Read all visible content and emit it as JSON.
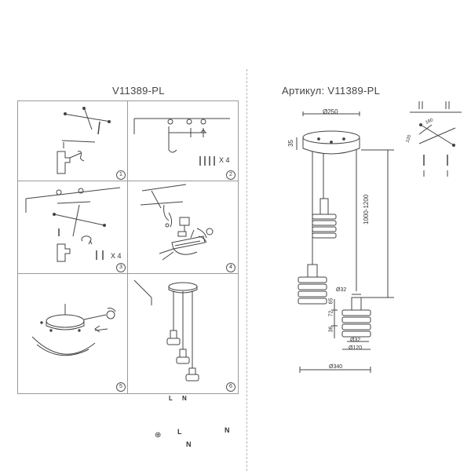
{
  "left_title": "V11389-PL",
  "right_title": "Артикул: V11389-PL",
  "steps": [
    {
      "number": "1",
      "label": ""
    },
    {
      "number": "2",
      "label": "X 4"
    },
    {
      "number": "3",
      "label": "X 4"
    },
    {
      "number": "4",
      "label": ""
    },
    {
      "number": "5",
      "label": ""
    },
    {
      "number": "6",
      "label": ""
    }
  ],
  "wiring": {
    "live": "L",
    "neutral": "N",
    "ground_symbol": "⊕"
  },
  "dimensions": {
    "canopy_diameter": "Ø250",
    "canopy_height": "35",
    "cable_length": "1000-1200",
    "pendant_top_diameter": "Ø32",
    "pendant_body_height_1": "65",
    "pendant_body_height_2": "72",
    "pendant_bottom_height": "36",
    "pendant_base_diameter": "Ø32",
    "shade_diameter": "Ø120",
    "overall_diameter": "Ø340",
    "bracket_width": "180",
    "bracket_depth": "120"
  },
  "colors": {
    "line": "#444444",
    "frame": "#9a9a9a",
    "accent": "#1a1a1a"
  }
}
